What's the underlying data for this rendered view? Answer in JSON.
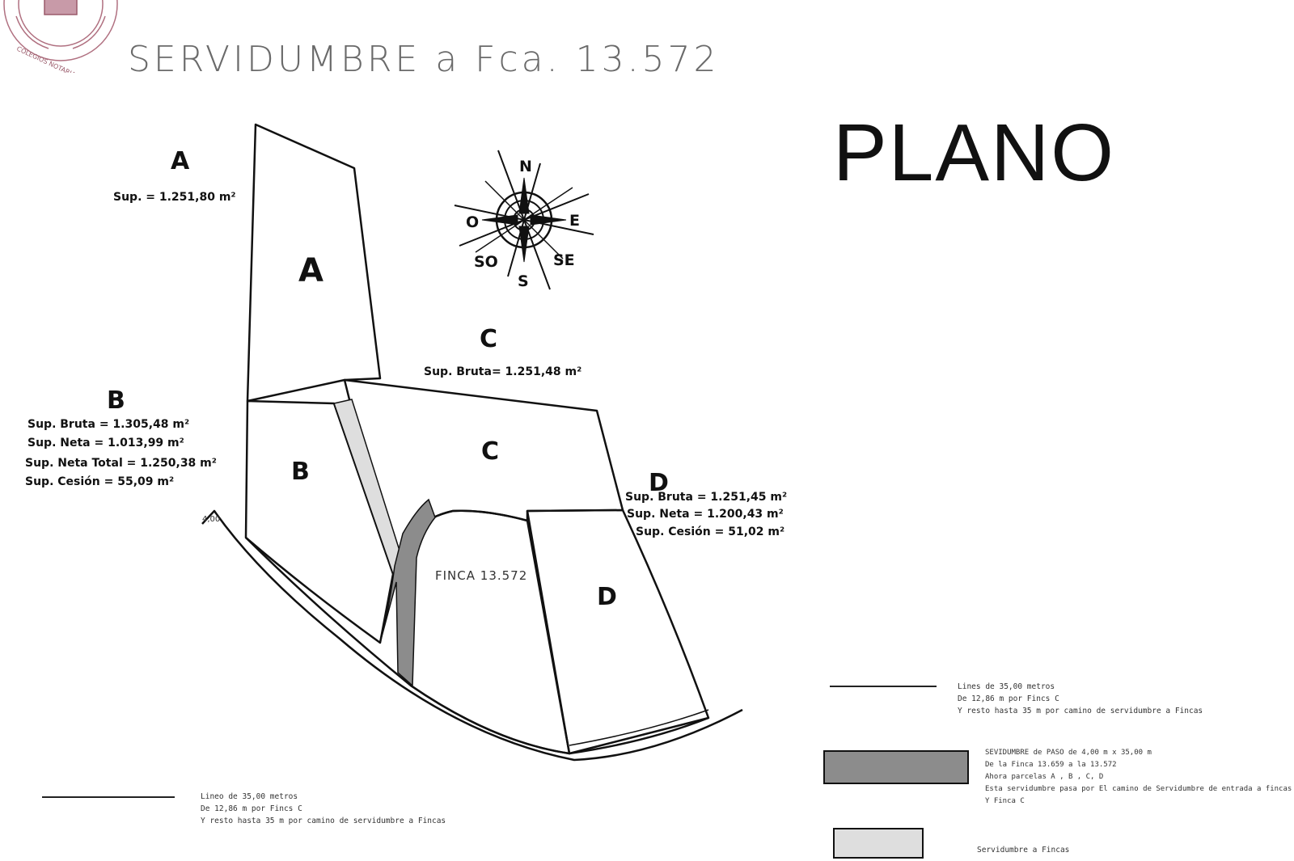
{
  "title": "SERVIDUMBRE a Fca. 13.572",
  "plano": "PLANO",
  "seal": {
    "text": "COLEGIOS NOTARIALES DE ESPAÑA",
    "color": "#b07080"
  },
  "compass": {
    "n": "N",
    "s": "S",
    "e": "E",
    "o": "O",
    "so": "SO",
    "se": "SE"
  },
  "parcels": {
    "A": {
      "letter": "A",
      "sup": "Sup. = 1.251,80 m²"
    },
    "B": {
      "letter": "B",
      "bruta": "Sup. Bruta = 1.305,48 m²",
      "neta": "Sup. Neta = 1.013,99 m²",
      "neta_total": "Sup. Neta Total = 1.250,38 m²",
      "cesion": "Sup. Cesión = 55,09 m²"
    },
    "C": {
      "letter": "C",
      "bruta": "Sup. Bruta= 1.251,48 m²"
    },
    "D": {
      "letter": "D",
      "bruta": "Sup. Bruta = 1.251,45 m²",
      "neta": "Sup. Neta = 1.200,43 m²",
      "cesion": "Sup. Cesión = 51,02 m²"
    }
  },
  "finca_label": "FINCA 13.572",
  "small_mark": "4,00",
  "legend_left": {
    "line1": "Lineo de 35,00 metros",
    "line2": "De 12,86 m por Fincs C",
    "line3": "Y resto hasta 35 m por camino de servidumbre a Fincas"
  },
  "legend_right_line": {
    "line1": "Lines de 35,00 metros",
    "line2": "De 12,86 m por Fincs C",
    "line3": "Y resto hasta 35 m por camino de servidumbre a Fincas"
  },
  "legend_dark": {
    "line1": "SEVIDUMBRE de PASO de 4,00 m  x 35,00 m",
    "line2": "De la Finca 13.659 a la 13.572",
    "line3": "Ahora parcelas A , B  , C, D",
    "line4": "Esta servidumbre pasa por El camino de Servidumbre de entrada a fincas",
    "line5": "Y Finca C",
    "color": "#8c8c8c"
  },
  "legend_light": {
    "line1": "Servidumbre a Fincas",
    "color": "#dedede"
  }
}
